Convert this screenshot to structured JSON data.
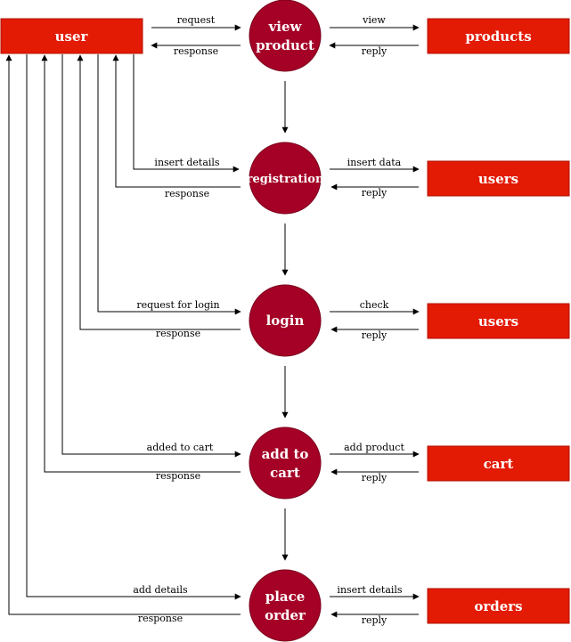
{
  "colors": {
    "entity_fill": "#e31a04",
    "entity_stroke": "#b01200",
    "process_fill": "#a50026",
    "process_stroke": "#7a001c",
    "line": "#000000"
  },
  "entities": {
    "user": "user",
    "products": "products",
    "users_reg": "users",
    "users_login": "users",
    "cart": "cart",
    "orders": "orders"
  },
  "processes": {
    "view_product": [
      "view",
      "product"
    ],
    "registration": [
      "registration"
    ],
    "login": [
      "login"
    ],
    "add_to_cart": [
      "add to",
      "cart"
    ],
    "place_order": [
      "place",
      "order"
    ]
  },
  "flows": {
    "view_product": {
      "in": "request",
      "out": "response",
      "to_store": "view",
      "from_store": "reply"
    },
    "registration": {
      "in": "insert details",
      "out": "response",
      "to_store": "insert data",
      "from_store": "reply"
    },
    "login": {
      "in": "request for login",
      "out": "response",
      "to_store": "check",
      "from_store": "reply"
    },
    "add_to_cart": {
      "in": "added to cart",
      "out": "response",
      "to_store": "add product",
      "from_store": "reply"
    },
    "place_order": {
      "in": "add details",
      "out": "response",
      "to_store": "insert details",
      "from_store": "reply"
    }
  }
}
